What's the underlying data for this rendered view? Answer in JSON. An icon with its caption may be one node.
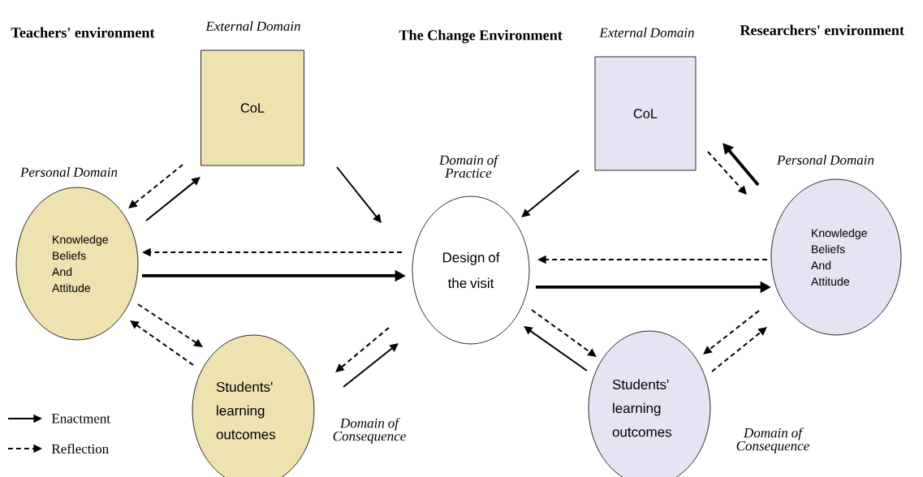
{
  "diagram": {
    "nodes": [
      {
        "text": [
          "CoL"
        ],
        "beside": [
          "External Domain"
        ]
      },
      {
        "text": [
          "Knowledge Beliefs And Attitude"
        ],
        "beside": [
          "Personal Domain"
        ]
      },
      {
        "text": [
          "Students' learning outcomes"
        ],
        "beside": [
          "Domain of Consequence"
        ]
      },
      {
        "text": [
          "Design of the visit"
        ],
        "beside": [
          "Domain of Practice"
        ]
      },
      {
        "text": [
          "CoL"
        ],
        "beside": [
          "External Domain"
        ]
      },
      {
        "text": [
          "Knowledge Beliefs And Attitude"
        ],
        "beside": [
          "Personal Domain"
        ]
      },
      {
        "text": [
          "Students' learning outcomes"
        ],
        "beside": [
          "Domain of Consequence"
        ]
      }
    ],
    "edges": [
      {
        "from": 1,
        "to": 0,
        "arrow": "to"
      },
      {
        "from": 0,
        "to": 1,
        "arrow": "to",
        "style": "dashed"
      },
      {
        "from": 0,
        "to": 3,
        "arrow": "to"
      },
      {
        "from": 3,
        "to": 1,
        "arrow": "to",
        "style": "dashed"
      },
      {
        "from": 1,
        "to": 3,
        "arrow": "to",
        "style": "thick"
      },
      {
        "from": 1,
        "to": 2,
        "arrow": "to",
        "style": "dashed"
      },
      {
        "from": 2,
        "to": 1,
        "arrow": "to",
        "style": "dashed"
      },
      {
        "from": 2,
        "to": 3,
        "arrow": "to"
      },
      {
        "from": 3,
        "to": 2,
        "arrow": "to",
        "style": "dashed"
      },
      {
        "from": 4,
        "to": 3,
        "arrow": "to"
      },
      {
        "from": 4,
        "to": 5,
        "arrow": "to",
        "style": "dashed"
      },
      {
        "from": 5,
        "to": 4,
        "arrow": "to",
        "style": "thick"
      },
      {
        "from": 5,
        "to": 3,
        "arrow": "to",
        "style": "dashed"
      },
      {
        "from": 3,
        "to": 5,
        "arrow": "to",
        "style": "thick"
      },
      {
        "from": 3,
        "to": 6,
        "arrow": "to",
        "style": "dashed"
      },
      {
        "from": 6,
        "to": 3,
        "arrow": "to"
      },
      {
        "from": 5,
        "to": 6,
        "arrow": "to",
        "style": "dashed"
      },
      {
        "from": 6,
        "to": 5,
        "arrow": "to",
        "style": "dashed"
      }
    ],
    "labels": [
      "Teachers' environment",
      "The Change Environment",
      "Researchers' environment"
    ],
    "legend": [
      {
        "text": "Enactment"
      },
      {
        "text": "Reflection"
      }
    ]
  }
}
